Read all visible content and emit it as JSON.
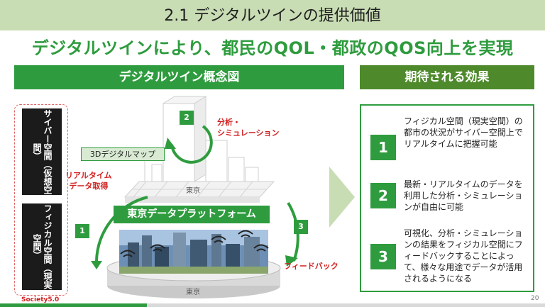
{
  "header": {
    "title": "2.1 デジタルツインの提供価値"
  },
  "subtitle": "デジタルツインにより、都民のQOL・都政のQOS向上を実現",
  "concept": {
    "header": "デジタルツイン概念図",
    "cyber_label": "サイバー空間（仮想空間）",
    "physical_label": "フィジカル空間（現実空間）",
    "society_label": "Society5.0",
    "map_label": "3Dデジタルマップ",
    "city_label_top": "東京",
    "city_label_bottom": "東京",
    "platform_label": "東京データプラットフォーム",
    "analysis_label": "分析・\nシミュレーション",
    "realtime_label": "リアルタイム\nデータ取得",
    "feedback_label": "フィードバック",
    "steps": [
      "1",
      "2",
      "3"
    ]
  },
  "effects": {
    "header": "期待される効果",
    "items": [
      {
        "num": "1",
        "text": "フィジカル空間（現実空間）の都市の状況がサイバー空間上でリアルタイムに把握可能"
      },
      {
        "num": "2",
        "text": "最新・リアルタイムのデータを利用した分析・シミュレーションが自由に可能"
      },
      {
        "num": "3",
        "text": "可視化、分析・シミュレーションの結果をフィジカル空間にフィードバックすることによって、様々な用途でデータが活用されるようになる"
      }
    ]
  },
  "footer": {
    "page_number": "20",
    "progress": 0.27
  },
  "colors": {
    "accent": "#2e9c3e",
    "accent_dark": "#4e8a2c",
    "header_bg": "#c9ddb5",
    "alert": "#d12020"
  },
  "icons": [
    "wifi-icon",
    "building-icon",
    "cycle-arrow-icon",
    "right-arrow-icon"
  ]
}
